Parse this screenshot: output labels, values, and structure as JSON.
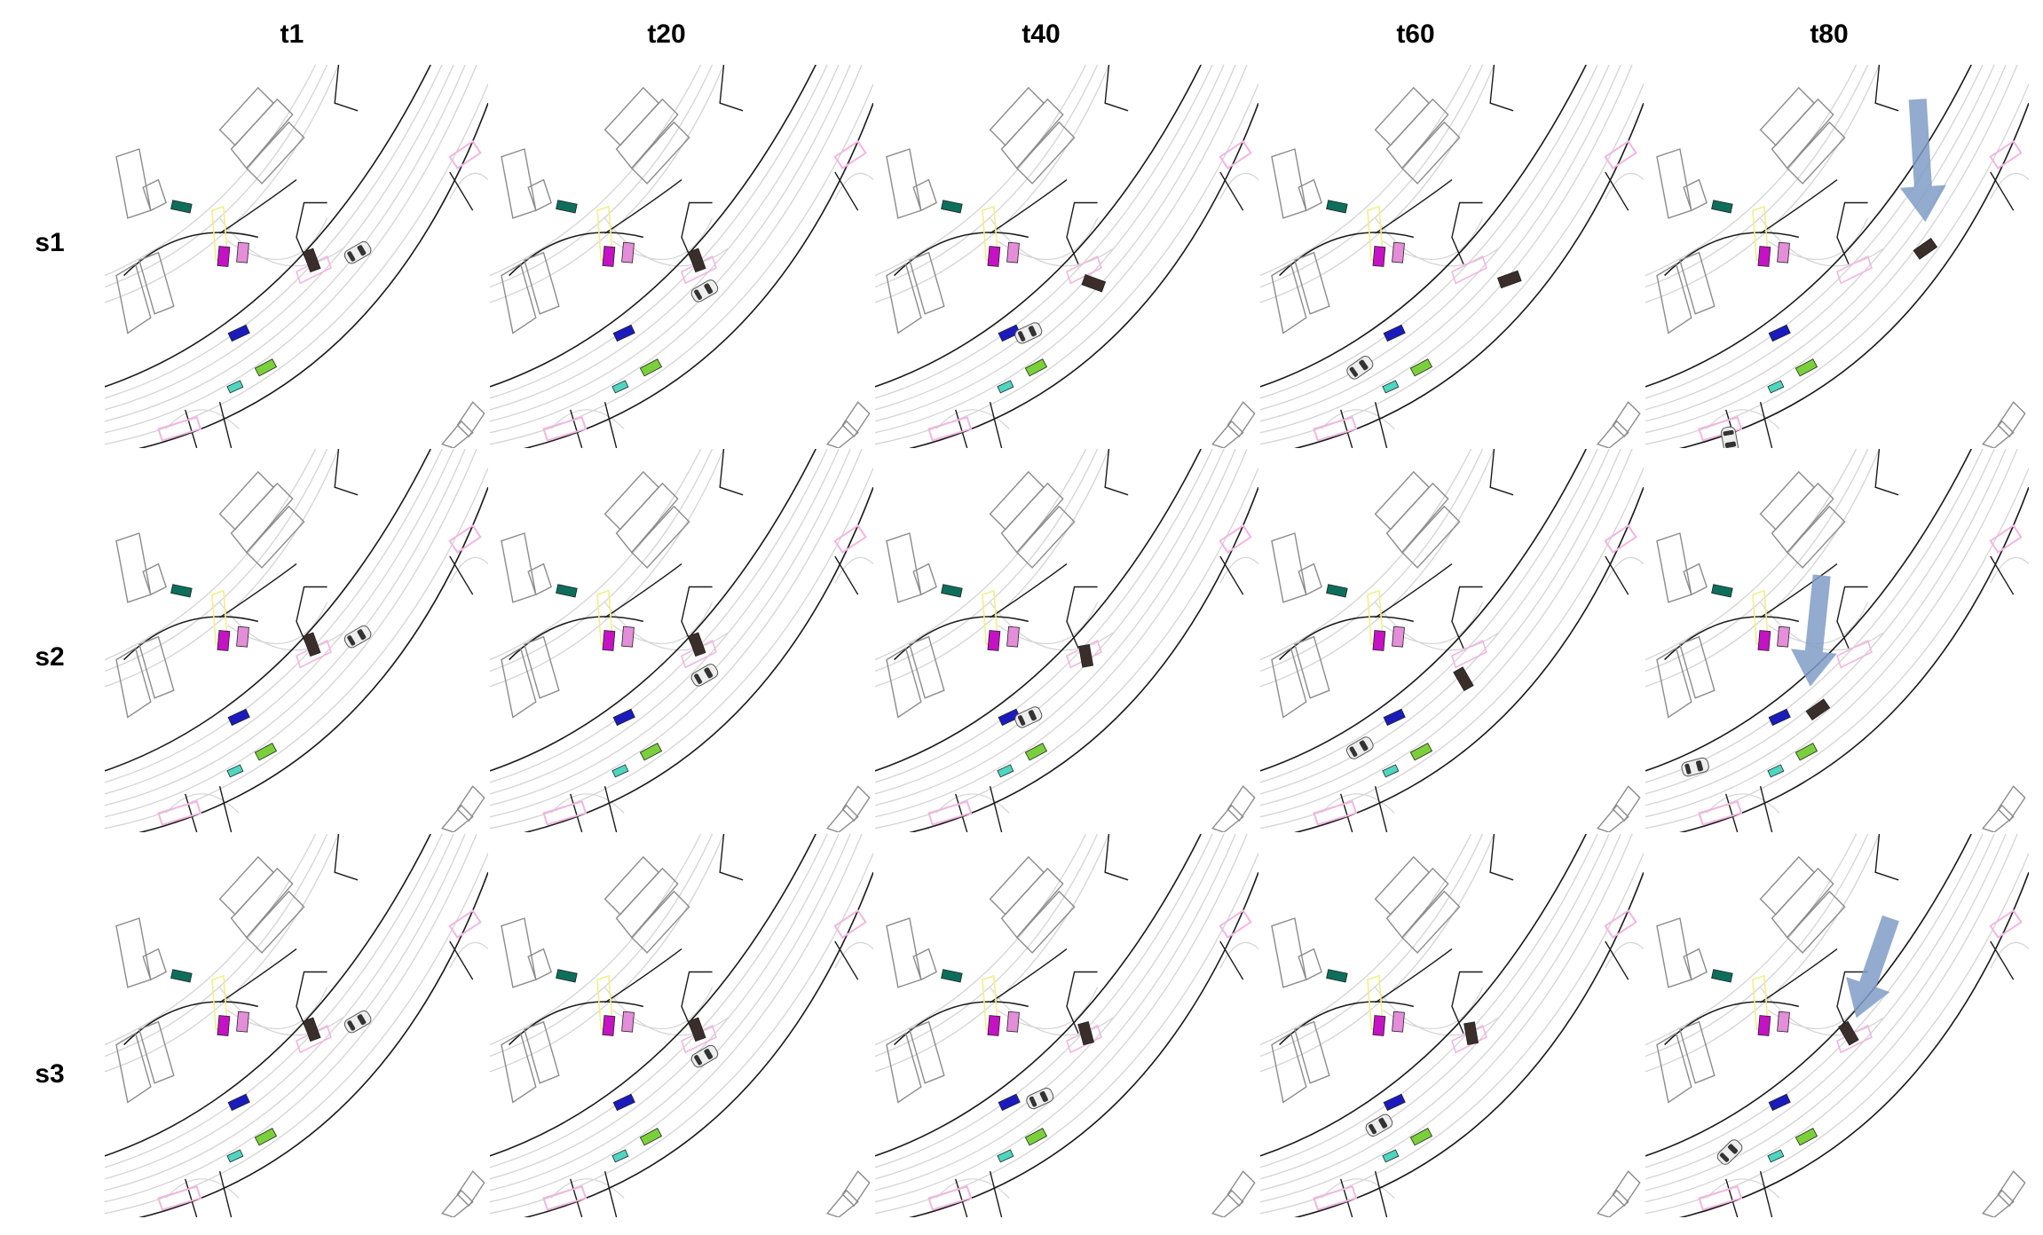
{
  "columns": [
    "t1",
    "t20",
    "t40",
    "t60",
    "t80"
  ],
  "rows": [
    "s1",
    "s2",
    "s3"
  ],
  "colors": {
    "road_line": "#1a1a1a",
    "lane_line": "#d4d4d4",
    "structure": "#8c8c8c",
    "crosswalk": "#f2b6df",
    "crosswalk_yellow": "#f1ef8a",
    "agent_teal": "#0d6e5c",
    "agent_magenta": "#c412c4",
    "agent_pink": "#e48ed9",
    "agent_brown": "#3a2e2b",
    "agent_blue": "#1b1bbd",
    "agent_green": "#7ad03a",
    "agent_cyan": "#4dd6c0",
    "ego_body": "#eeeeee",
    "ego_glass": "#333333",
    "arrow": "#7f9cc6"
  },
  "scenes": [
    [
      {
        "ego": [
          0.66,
          0.49,
          -30
        ],
        "brown": [
          0.54,
          0.51,
          70
        ],
        "arrow": null
      },
      {
        "ego": [
          0.56,
          0.59,
          -30
        ],
        "brown": [
          0.54,
          0.51,
          70
        ],
        "arrow": null
      },
      {
        "ego": [
          0.4,
          0.7,
          -25
        ],
        "brown": [
          0.57,
          0.57,
          20
        ],
        "arrow": null
      },
      {
        "ego": [
          0.26,
          0.79,
          -35
        ],
        "brown": [
          0.65,
          0.56,
          -20
        ],
        "arrow": null
      },
      {
        "ego": [
          0.22,
          0.98,
          80
        ],
        "brown": [
          0.73,
          0.48,
          -35
        ],
        "arrow": [
          0.71,
          0.09,
          0.73,
          0.41
        ]
      }
    ],
    [
      {
        "ego": [
          0.66,
          0.49,
          -30
        ],
        "brown": [
          0.54,
          0.51,
          70
        ],
        "arrow": null
      },
      {
        "ego": [
          0.56,
          0.59,
          -30
        ],
        "brown": [
          0.54,
          0.51,
          70
        ],
        "arrow": null
      },
      {
        "ego": [
          0.4,
          0.7,
          -25
        ],
        "brown": [
          0.55,
          0.54,
          80
        ],
        "arrow": null
      },
      {
        "ego": [
          0.26,
          0.78,
          -30
        ],
        "brown": [
          0.53,
          0.6,
          60
        ],
        "arrow": null
      },
      {
        "ego": [
          0.13,
          0.83,
          -15
        ],
        "brown": [
          0.45,
          0.68,
          -35
        ],
        "arrow": [
          0.46,
          0.33,
          0.43,
          0.62
        ]
      }
    ],
    [
      {
        "ego": [
          0.66,
          0.49,
          -30
        ],
        "brown": [
          0.54,
          0.51,
          70
        ],
        "arrow": null
      },
      {
        "ego": [
          0.56,
          0.58,
          -30
        ],
        "brown": [
          0.54,
          0.51,
          70
        ],
        "arrow": null
      },
      {
        "ego": [
          0.43,
          0.69,
          -25
        ],
        "brown": [
          0.55,
          0.52,
          75
        ],
        "arrow": null
      },
      {
        "ego": [
          0.31,
          0.76,
          -30
        ],
        "brown": [
          0.55,
          0.52,
          80
        ],
        "arrow": null
      },
      {
        "ego": [
          0.22,
          0.83,
          -45
        ],
        "brown": [
          0.53,
          0.52,
          60
        ],
        "arrow": [
          0.64,
          0.22,
          0.55,
          0.48
        ]
      }
    ]
  ]
}
